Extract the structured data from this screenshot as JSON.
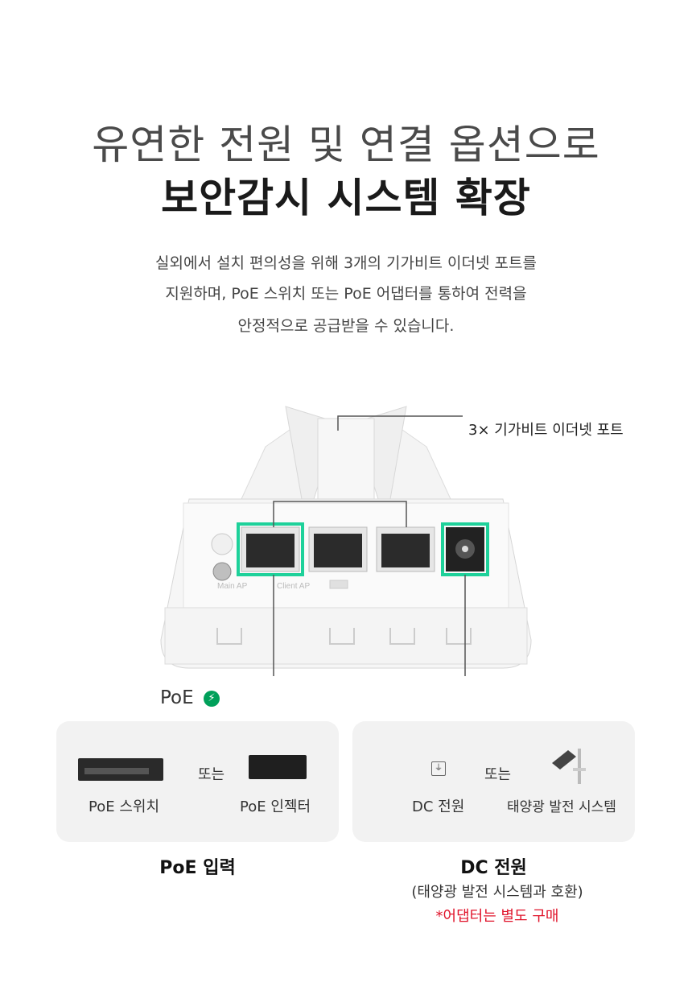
{
  "header": {
    "title_line1": "유연한 전원 및 연결 옵션으로",
    "title_line2": "보안감시 시스템 확장"
  },
  "description": {
    "line1": "실외에서 설치 편의성을 위해 3개의 기가비트 이더넷 포트를",
    "line2": "지원하며, PoE 스위치 또는 PoE 어댑터를 통하여 전력을",
    "line3": "안정적으로 공급받을 수 있습니다."
  },
  "device": {
    "port_callout": "3× 기가비트 이더넷 포트",
    "poe_label": "PoE",
    "switch_labels": [
      "Main AP",
      "Client AP"
    ],
    "accent_color": "#1ed19a"
  },
  "poe_panel": {
    "item1": "PoE 스위치",
    "or": "또는",
    "item2": "PoE 인젝터",
    "title": "PoE 입력"
  },
  "dc_panel": {
    "item1": "DC 전원",
    "or": "또는",
    "item2": "태양광 발전 시스템",
    "title": "DC 전원",
    "subtitle": "(태양광 발전 시스템과 호환)",
    "note": "*어댑터는 별도 구매"
  },
  "icons": [
    "power-outlet-icon",
    "lightning-icon",
    "solar-panel-icon"
  ]
}
